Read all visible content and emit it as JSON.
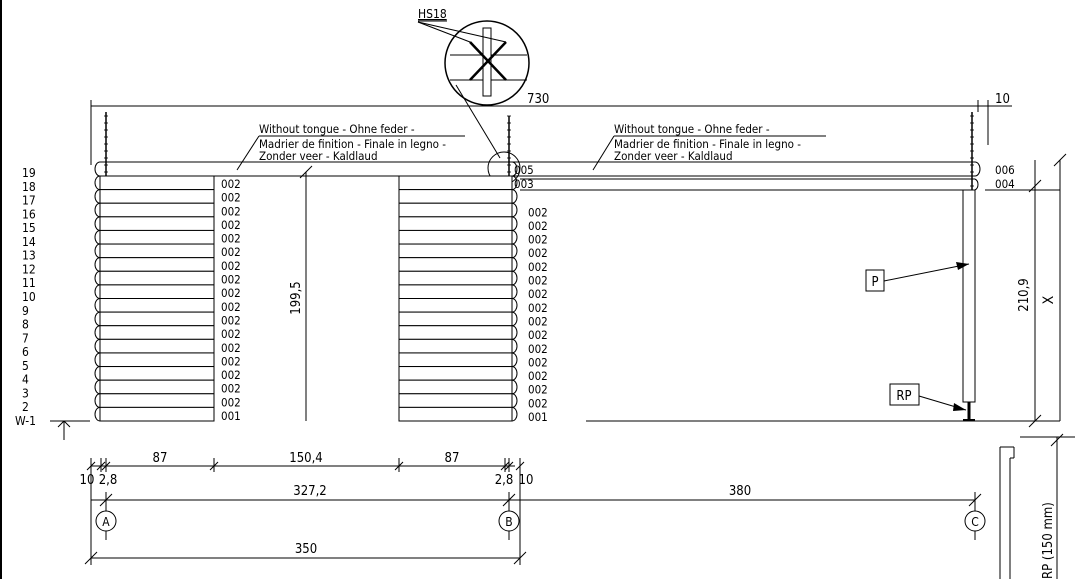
{
  "detail": {
    "label": "HS18"
  },
  "top": {
    "overall": "730",
    "right_gap": "10"
  },
  "notes": {
    "left": [
      "Without tongue - Ohne feder -",
      "Madrier de finition - Finale in legno -",
      "Zonder veer - Kaldlaud"
    ],
    "right": [
      "Without tongue - Ohne feder -",
      "Madrier de finition - Finale in legno -",
      "Zonder veer - Kaldlaud"
    ]
  },
  "rows": [
    "19",
    "18",
    "17",
    "16",
    "15",
    "14",
    "13",
    "12",
    "11",
    "10",
    "9",
    "8",
    "7",
    "6",
    "5",
    "4",
    "3",
    "2",
    "W-1"
  ],
  "codes": {
    "left_top": "002",
    "left_bottom": "001",
    "mid_top": [
      "005",
      "003"
    ],
    "right_top": [
      "006",
      "004"
    ]
  },
  "dims": {
    "wall_height": "199,5",
    "post_height": "210,9",
    "x": "X",
    "bottom_row": [
      "10",
      "2,8",
      "87",
      "150,4",
      "87",
      "2,8",
      "10"
    ],
    "span_ab": "327,2",
    "span_bc": "380",
    "total_ab": "350"
  },
  "axes": [
    "A",
    "B",
    "C"
  ],
  "tags": {
    "post": "P",
    "rp": "RP"
  },
  "side": {
    "label": "RP (150 mm)"
  }
}
